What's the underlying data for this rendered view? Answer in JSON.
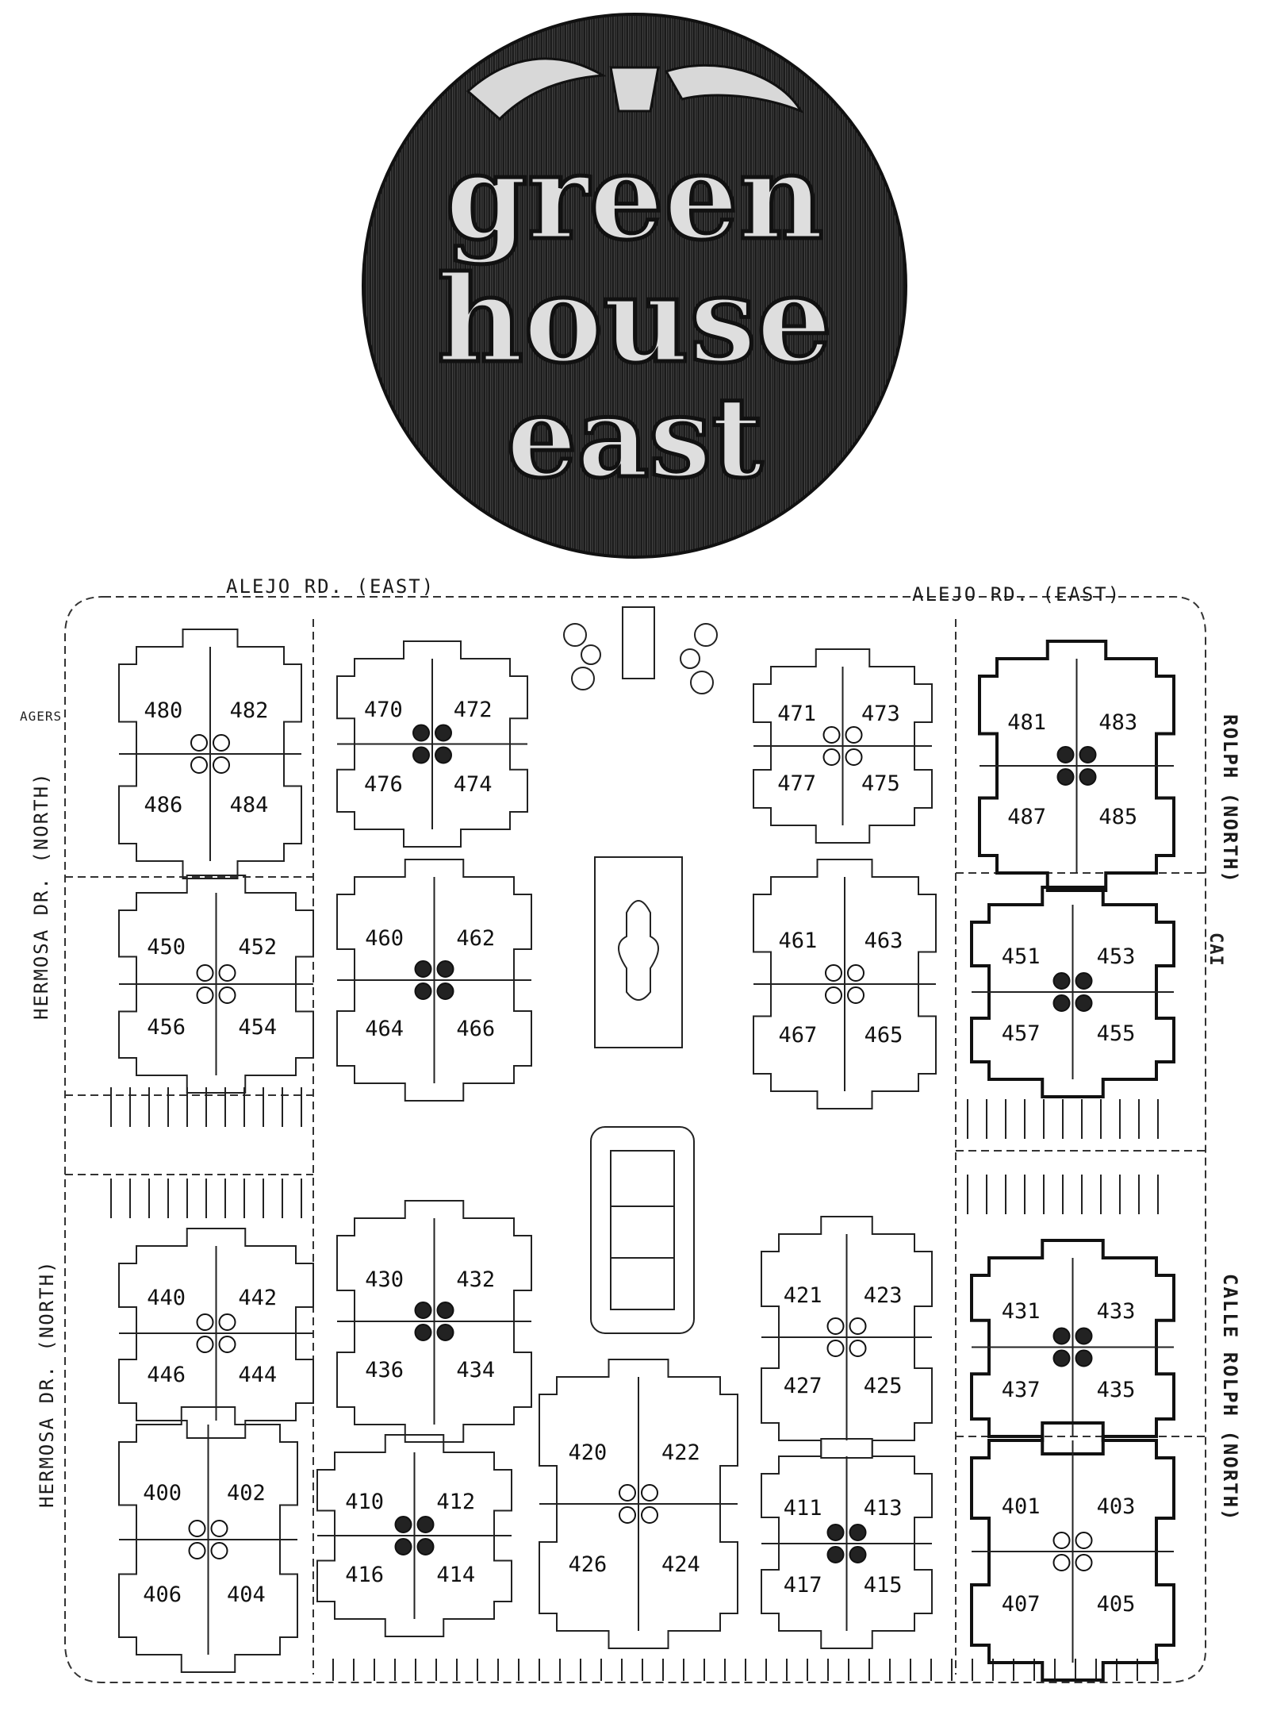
{
  "logo": {
    "text": "Green House East"
  },
  "streets": {
    "alejo_left": "ALEJO RD. (EAST)",
    "alejo_right": "ALEJO RD. (EAST)",
    "hermosa_upper": "HERMOSA DR. (NORTH)",
    "hermosa_lower": "HERMOSA DR. (NORTH)",
    "rolph_upper": "ROLPH (NORTH)",
    "rolph_lower": "CALLE ROLPH (NORTH)",
    "cai_fragment": "CAI",
    "agers_fragment": "AGERS"
  },
  "buildings": [
    {
      "units": [
        "480",
        "482",
        "486",
        "484"
      ]
    },
    {
      "units": [
        "470",
        "472",
        "476",
        "474"
      ]
    },
    {
      "units": [
        "471",
        "473",
        "477",
        "475"
      ]
    },
    {
      "units": [
        "481",
        "483",
        "487",
        "485"
      ]
    },
    {
      "units": [
        "450",
        "452",
        "456",
        "454"
      ]
    },
    {
      "units": [
        "460",
        "462",
        "464",
        "466"
      ]
    },
    {
      "units": [
        "461",
        "463",
        "467",
        "465"
      ]
    },
    {
      "units": [
        "451",
        "453",
        "457",
        "455"
      ]
    },
    {
      "units": [
        "440",
        "442",
        "446",
        "444"
      ]
    },
    {
      "units": [
        "430",
        "432",
        "436",
        "434"
      ]
    },
    {
      "units": [
        "421",
        "423",
        "427",
        "425"
      ]
    },
    {
      "units": [
        "431",
        "433",
        "437",
        "435"
      ]
    },
    {
      "units": [
        "400",
        "402",
        "406",
        "404"
      ]
    },
    {
      "units": [
        "410",
        "412",
        "416",
        "414"
      ]
    },
    {
      "units": [
        "420",
        "422",
        "426",
        "424"
      ]
    },
    {
      "units": [
        "411",
        "413",
        "417",
        "415"
      ]
    },
    {
      "units": [
        "401",
        "403",
        "407",
        "405"
      ]
    }
  ]
}
